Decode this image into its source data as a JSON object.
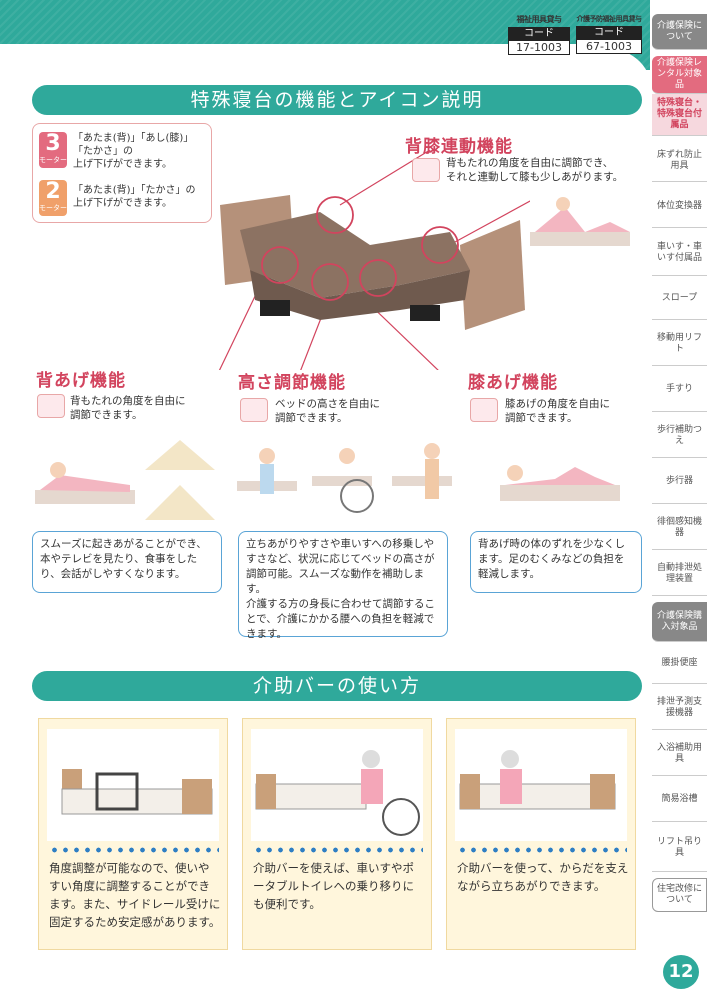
{
  "header": {
    "codes": [
      {
        "caption": "福祉用具貸与",
        "label": "コード",
        "value": "17-1003"
      },
      {
        "caption": "介護予防福祉用具貸与",
        "label": "コード",
        "value": "67-1003"
      }
    ]
  },
  "sidebar": {
    "items": [
      {
        "label": "介護保険について"
      },
      {
        "label": "介護保険レンタル対象品"
      },
      {
        "label": "特殊寝台・特殊寝台付属品"
      },
      {
        "label": "床ずれ防止用具"
      },
      {
        "label": "体位変換器"
      },
      {
        "label": "車いす・車いす付属品"
      },
      {
        "label": "スロープ"
      },
      {
        "label": "移動用リフト"
      },
      {
        "label": "手すり"
      },
      {
        "label": "歩行補助つえ"
      },
      {
        "label": "歩行器"
      },
      {
        "label": "徘徊感知機器"
      },
      {
        "label": "自動排泄処理装置"
      },
      {
        "label": "介護保険購入対象品"
      },
      {
        "label": "腰掛便座"
      },
      {
        "label": "排泄予測支援機器"
      },
      {
        "label": "入浴補助用具"
      },
      {
        "label": "簡易浴槽"
      },
      {
        "label": "リフト吊り具"
      },
      {
        "label": "住宅改修について"
      }
    ],
    "page_number": "12"
  },
  "section1": {
    "title": "特殊寝台の機能とアイコン説明",
    "motor": [
      {
        "num": "3",
        "unit": "モーター",
        "text1": "「あたま(背)」「あし(膝)」",
        "text2": "「たかさ」の",
        "text3": "上げ下げができます。"
      },
      {
        "num": "2",
        "unit": "モーター",
        "text1": "「あたま(背)」「たかさ」の",
        "text2": "上げ下げができます。"
      }
    ],
    "backknee": {
      "title": "背膝連動機能",
      "desc1": "背もたれの角度を自由に調節でき、",
      "desc2": "それと連動して膝も少しあがります。"
    },
    "back": {
      "title": "背あげ機能",
      "desc1": "背もたれの角度を自由に",
      "desc2": "調節できます。",
      "note": "スムーズに起きあがることができ、本やテレビを見たり、食事をしたり、会話がしやすくなります。"
    },
    "height": {
      "title": "高さ調節機能",
      "desc1": "ベッドの高さを自由に",
      "desc2": "調節できます。",
      "note1": "立ちあがりやすさや車いすへの移乗しやすさなど、状況に応じてベッドの高さが調節可能。スムーズな動作を補助します。",
      "note2": "介護する方の身長に合わせて調節することで、介護にかかる腰への負担を軽減できます。"
    },
    "knee": {
      "title": "膝あげ機能",
      "desc1": "膝あげの角度を自由に",
      "desc2": "調節できます。",
      "note": "背あげ時の体のずれを少なくします。足のむくみなどの負担を軽減します。"
    }
  },
  "section2": {
    "title": "介助バーの使い方",
    "panels": [
      {
        "text": "角度調整が可能なので、使いやすい角度に調整することができます。また、サイドレール受けに固定するため安定感があります。"
      },
      {
        "text": "介助バーを使えば、車いすやポータブルトイレへの乗り移りにも便利です。"
      },
      {
        "text": "介助バーを使って、からだを支えながら立ちあがりできます。"
      }
    ]
  },
  "colors": {
    "teal": "#2fa99b",
    "pink": "#d2445e",
    "blue": "#5aa4d6"
  }
}
